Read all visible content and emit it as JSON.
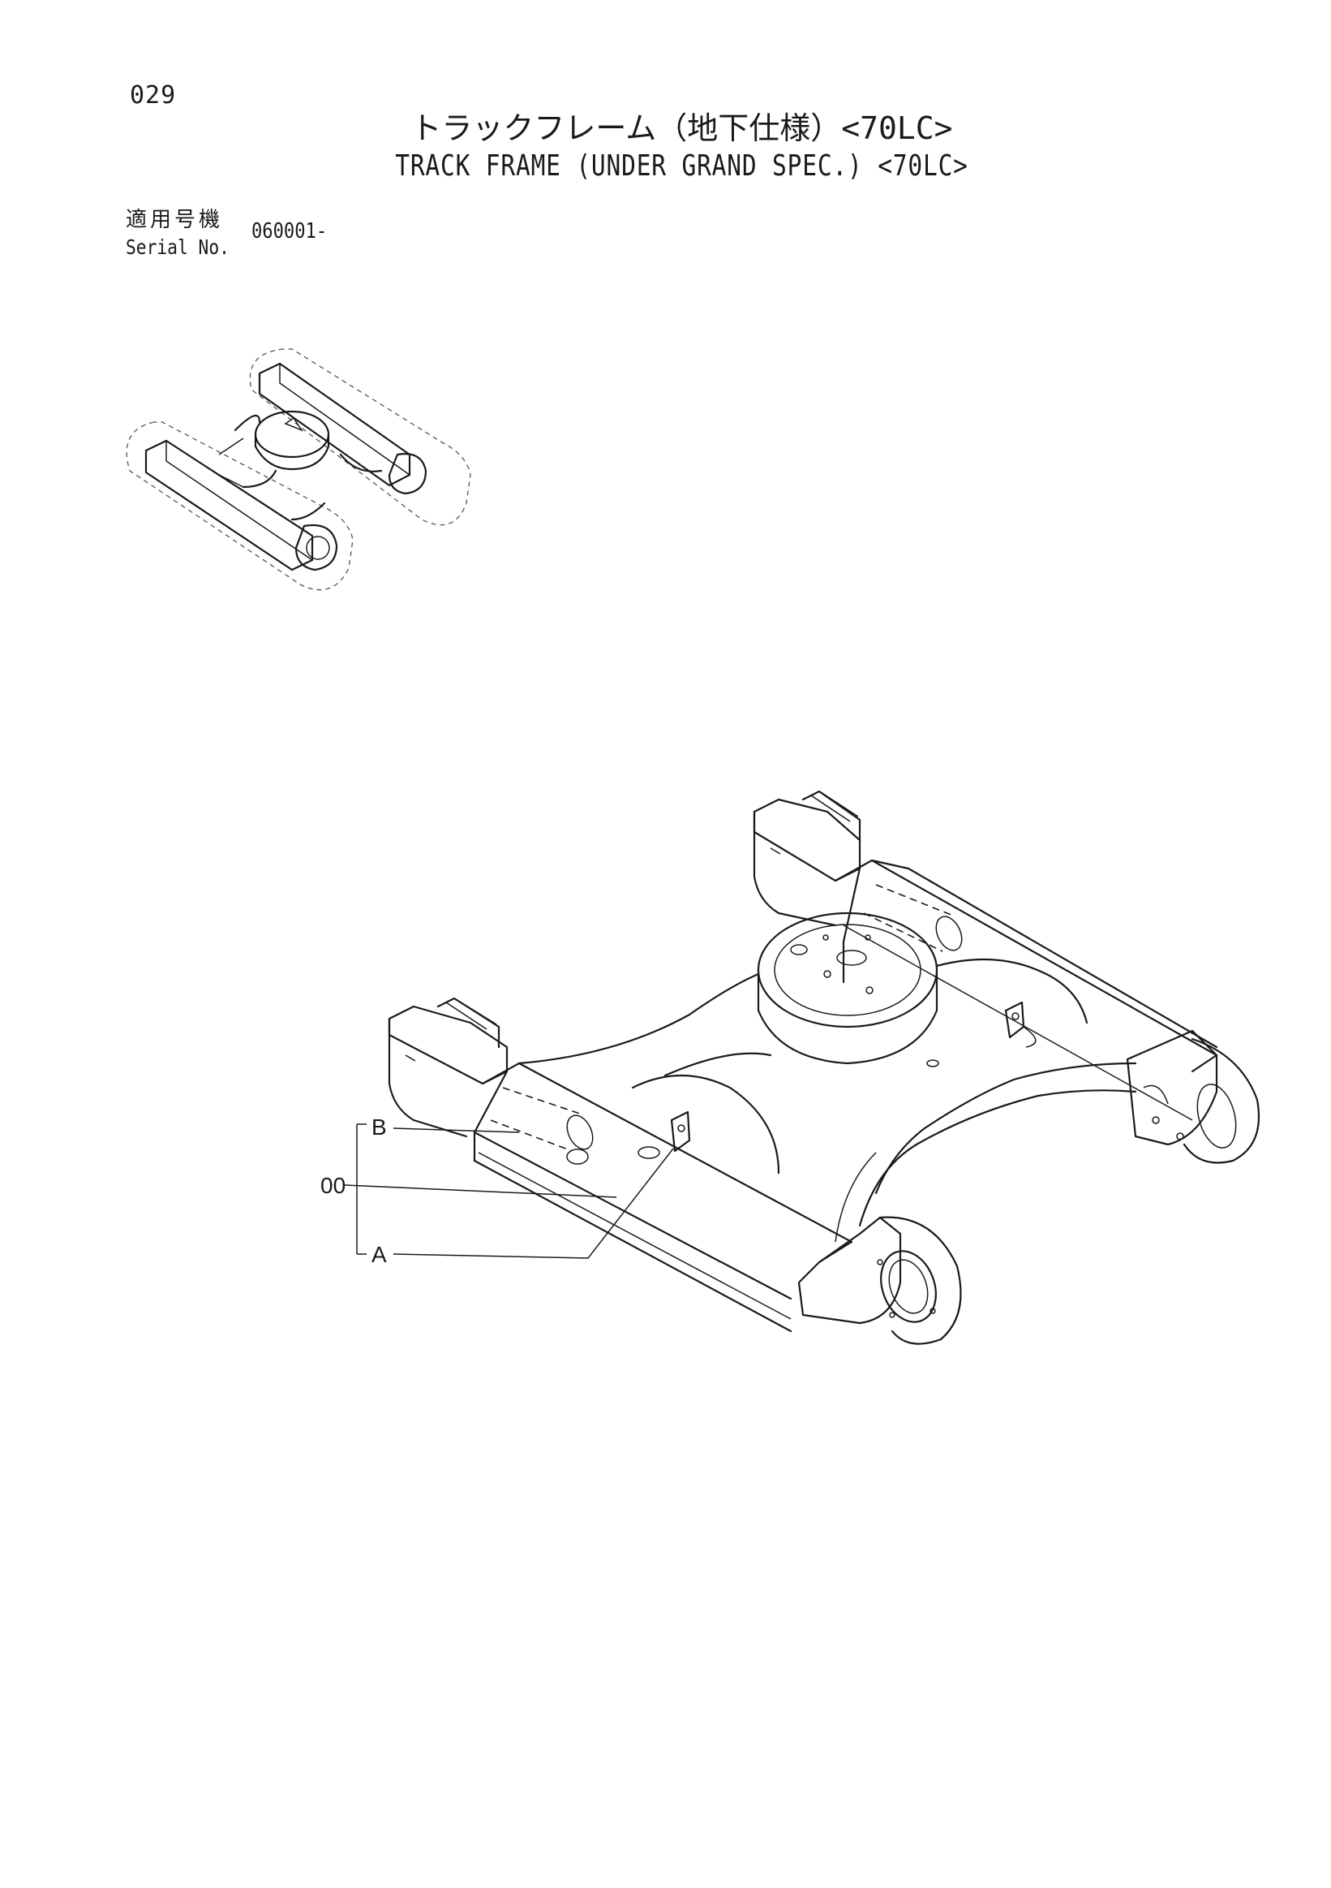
{
  "page": {
    "number": "029",
    "title_ja": "トラックフレーム（地下仕様）<70LC>",
    "title_en": "TRACK FRAME (UNDER GRAND SPEC.) <70LC>"
  },
  "serial": {
    "label_ja": "適用号機",
    "label_en": "Serial No.",
    "value": "060001-"
  },
  "callouts": {
    "b": "B",
    "main": "00",
    "a": "A"
  }
}
